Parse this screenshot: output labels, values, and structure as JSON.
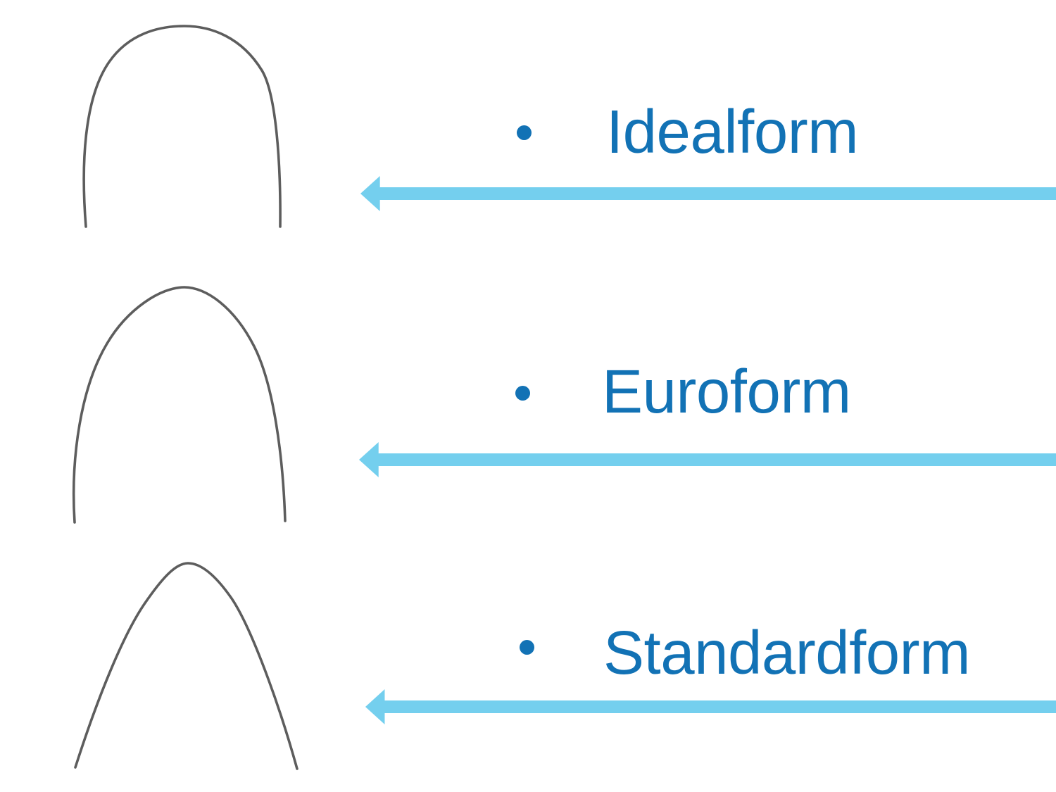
{
  "slide": {
    "colors": {
      "background": "#ffffff",
      "label-text": "#1272b5",
      "bullet": "#1272b5",
      "arrow": "#74cfee",
      "wire": "#5d5d5d"
    },
    "items": [
      {
        "label": "Idealform",
        "figure": "idealform-archwire"
      },
      {
        "label": "Euroform",
        "figure": "euroform-archwire"
      },
      {
        "label": "Standardform",
        "figure": "standardform-archwire"
      }
    ]
  }
}
